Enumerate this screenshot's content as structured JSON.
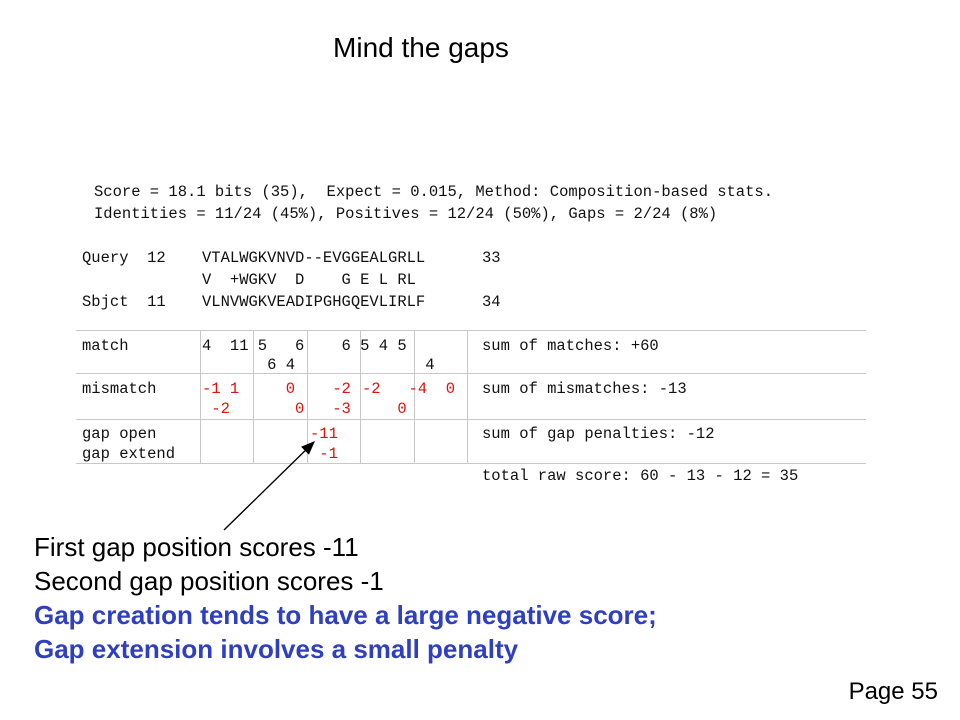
{
  "title": "Mind the gaps",
  "header": {
    "line1": "Score = 18.1 bits (35),  Expect = 0.015, Method: Composition-based stats.",
    "line2": "Identities = 11/24 (45%), Positives = 12/24 (50%), Gaps = 2/24 (8%)"
  },
  "alignment": {
    "query_label": "Query  12",
    "query_seq": "VTALWGKVNVD--EVGGEALGRLL",
    "query_end": "33",
    "mid_seq": "V  +WGKV  D    G E L RL",
    "sbjct_label": "Sbjct  11",
    "sbjct_seq": "VLNVWGKVEADIPGHGQEVLIRLF",
    "sbjct_end": "34"
  },
  "table": {
    "match_label": "match",
    "match_row1": "4  11 5   6    6 5 4 5",
    "match_row2": "       6 4              4",
    "match_sum": "sum of matches: +60",
    "mismatch_label": "mismatch",
    "mismatch_row1_a": "-1 1     0    -2",
    "mismatch_row1_b": "-2   -4  0",
    "mismatch_row2": " -2       0   -3     0",
    "mismatch_sum": "sum of mismatches: -13",
    "gap_open_label": "gap open",
    "gap_extend_label": "gap extend",
    "gap_open_value": "-11",
    "gap_extend_value": " -1",
    "gap_sum": "sum of gap penalties: -12",
    "total": "total raw score: 60 - 13 - 12 = 35"
  },
  "notes": {
    "line1": "First gap position scores -11",
    "line2": "Second gap position scores -1",
    "line3": "Gap creation tends to have a large negative score;",
    "line4": "Gap extension involves a small penalty"
  },
  "page_label": "Page 55",
  "colors": {
    "penalty": "#e0100c",
    "emphasis": "#2e3fc0",
    "grid": "#c8c8c8"
  }
}
